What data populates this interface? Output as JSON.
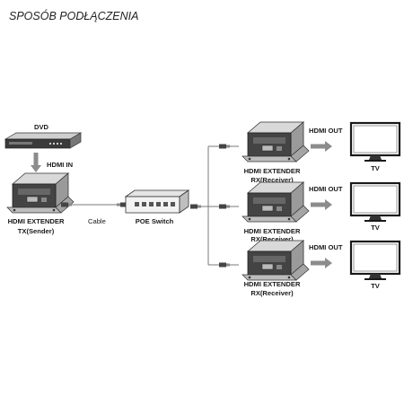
{
  "title": "SPOSÓB PODŁĄCZENIA",
  "dvd": {
    "label": "DVD"
  },
  "hdmi_in": {
    "label": "HDMI IN"
  },
  "transmitter": {
    "line1": "HDMI EXTENDER",
    "line2": "TX(Sender)"
  },
  "cable": {
    "label": "Cable"
  },
  "switch": {
    "label": "POE Switch"
  },
  "receivers": [
    {
      "line1": "HDMI EXTENDER",
      "line2": "RX(Receiver)",
      "out_label": "HDMI OUT",
      "tv_label": "TV"
    },
    {
      "line1": "HDMI EXTENDER",
      "line2": "RX(Receiver)",
      "out_label": "HDMI OUT",
      "tv_label": "TV"
    },
    {
      "line1": "HDMI EXTENDER",
      "line2": "RX(Receiver)",
      "out_label": "HDMI OUT",
      "tv_label": "TV"
    }
  ]
}
